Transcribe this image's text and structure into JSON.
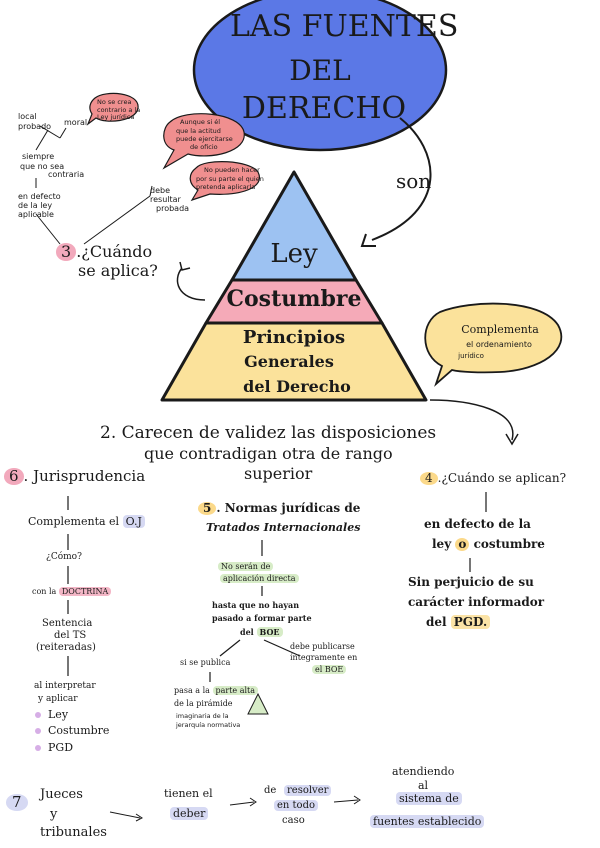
{
  "colors": {
    "title_oval": "#5b78e6",
    "pyramid_top": "#9dc2f2",
    "pyramid_middle": "#f5aab8",
    "pyramid_bottom": "#fbe29b",
    "bubble_pink": "#f08f8f",
    "bubble_yellow": "#fbe29b"
  },
  "title": {
    "line1": "LAS FUENTES",
    "line2": "DEL",
    "line3": "DERECHO"
  },
  "son_label": "son",
  "pyramid": {
    "top": "Ley",
    "middle": "Costumbre",
    "bottom_line1": "Principios",
    "bottom_line2": "Generales",
    "bottom_line3": "del Derecho"
  },
  "complementa_bubble": {
    "line1": "Complementa",
    "line2": "el ordenamiento",
    "line3": "jurídico"
  },
  "section3": {
    "number": "3",
    "heading_line1": ".¿Cuándo",
    "heading_line2": "se aplica?",
    "left_top1": "local",
    "left_top2": "probado",
    "moral": "moral",
    "bubble_top1": "No se crea",
    "bubble_top2": "contrario a la",
    "bubble_top3": "Ley jurídica",
    "siempre1": "siempre",
    "siempre2": "que no sea",
    "siempre3": "contraria",
    "bubble_mid1": "Aunque si él",
    "bubble_mid2": "que la actitud",
    "bubble_mid3": "puede ejercitarse",
    "bubble_mid4": "de oficio",
    "defecto1": "en defecto",
    "defecto2": "de la ley",
    "defecto3": "aplicable",
    "debe1": "debe",
    "debe2": "resultar",
    "debe3": "probada",
    "bubble_low1": "No pueden hacer",
    "bubble_low2": "por su parte el quien",
    "bubble_low3": "pretenda aplicarla"
  },
  "section2": {
    "line1": "2. Carecen de validez las disposiciones",
    "line2": "que contradigan otra de rango",
    "line3": "superior"
  },
  "section6": {
    "number": "6",
    "heading": ". Jurisprudencia",
    "complementa": "Complementa el",
    "oj": "O.J",
    "como": "¿Cómo?",
    "con_la": "con la",
    "doctrina": "DOCTRINA",
    "sentencia1": "Sentencia",
    "sentencia2": "del TS",
    "sentencia3": "(reiteradas)",
    "interpretar1": "al interpretar",
    "interpretar2": "y aplicar",
    "item1": "Ley",
    "item2": "Costumbre",
    "item3": "PGD"
  },
  "section5": {
    "number": "5",
    "heading_line1": ". Normas jurídicas de",
    "heading_line2": "Tratados Internacionales",
    "no_seran1": "No serán de",
    "no_seran2": "aplicación directa",
    "hasta1": "hasta que no hayan",
    "hasta2": "pasado a formar parte",
    "hasta3": "del",
    "boe": "BOE",
    "si_publica": "si se publica",
    "debe_pub1": "debe publicarse",
    "debe_pub2": "íntegramente en",
    "debe_pub3": "el BOE",
    "pasa1": "pasa a la",
    "parte_alta": "parte alta",
    "pasa2": "de la pirámide",
    "pasa3": "imaginaria de la",
    "pasa4": "jerarquía normativa"
  },
  "section4": {
    "number": "4",
    "heading": ".¿Cuándo se aplican?",
    "line1": "en defecto de la",
    "line2a": "ley",
    "line2_o": "o",
    "line2b": "costumbre",
    "line3": "Sin perjuicio de su",
    "line4": "carácter informador",
    "line5": "del",
    "pgd": "PGD."
  },
  "section7": {
    "number": "7",
    "line1": "Jueces",
    "line2": "y",
    "line3": "tribunales",
    "tienen": "tienen el",
    "deber": "deber",
    "de": "de",
    "resolver": "resolver",
    "en_todo": "en todo",
    "caso": "caso",
    "atendiendo1": "atendiendo",
    "atendiendo2": "al",
    "sistema": "sistema de",
    "fuentes": "fuentes establecido"
  }
}
